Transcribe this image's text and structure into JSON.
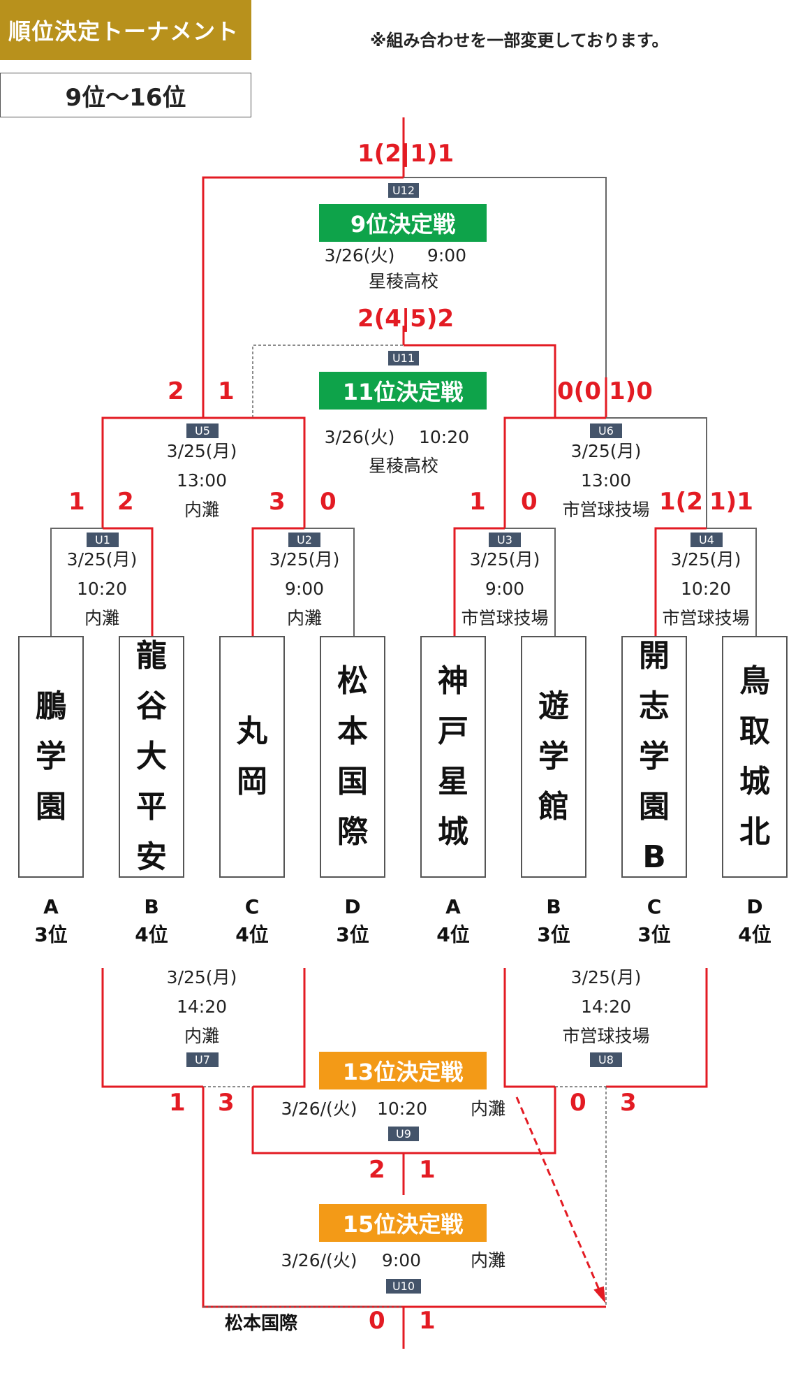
{
  "header": {
    "title": "順位決定トーナメント",
    "range": "9位〜16位",
    "note": "※組み合わせを一部変更しております。"
  },
  "games": {
    "u12": {
      "code": "U12",
      "title": "9位決定戦",
      "date": "3/26(火)",
      "time": "9:00",
      "venue": "星稜高校",
      "score": "1(2|1)1"
    },
    "u11": {
      "code": "U11",
      "title": "11位決定戦",
      "date": "3/26(火)",
      "time": "10:20",
      "venue": "星稜高校",
      "score": "2(4|5)2"
    },
    "u5": {
      "code": "U5",
      "date": "3/25(月)",
      "time": "13:00",
      "venue": "内灘",
      "score_left": "2",
      "score_right": "1"
    },
    "u6": {
      "code": "U6",
      "date": "3/25(月)",
      "time": "13:00",
      "venue": "市営球技場",
      "score_left": "0(0",
      "score_right": "1)0"
    },
    "u1": {
      "code": "U1",
      "date": "3/25(月)",
      "time": "10:20",
      "venue": "内灘",
      "score_left": "1",
      "score_right": "2"
    },
    "u2": {
      "code": "U2",
      "date": "3/25(月)",
      "time": "9:00",
      "venue": "内灘",
      "score_left": "3",
      "score_right": "0"
    },
    "u3": {
      "code": "U3",
      "date": "3/25(月)",
      "time": "9:00",
      "venue": "市営球技場",
      "score_left": "1",
      "score_right": "0"
    },
    "u4": {
      "code": "U4",
      "date": "3/25(月)",
      "time": "10:20",
      "venue": "市営球技場",
      "score_left": "1(2",
      "score_right": "1)1"
    },
    "u7": {
      "code": "U7",
      "date": "3/25(月)",
      "time": "14:20",
      "venue": "内灘",
      "score_left": "1",
      "score_right": "3"
    },
    "u8": {
      "code": "U8",
      "date": "3/25(月)",
      "time": "14:20",
      "venue": "市営球技場",
      "score_left": "0",
      "score_right": "3"
    },
    "u9": {
      "code": "U9",
      "title": "13位決定戦",
      "date": "3/26/(火)",
      "time": "10:20",
      "venue": "内灘",
      "score_left": "2",
      "score_right": "1"
    },
    "u10": {
      "code": "U10",
      "title": "15位決定戦",
      "date": "3/26/(火)",
      "time": "9:00",
      "venue": "内灘",
      "score_left": "0",
      "score_right": "1",
      "loser_name": "松本国際"
    }
  },
  "teams": [
    {
      "chars": [
        "鵬",
        "学",
        "園"
      ],
      "group": "A",
      "rank": "3位"
    },
    {
      "chars": [
        "龍",
        "谷",
        "大",
        "平",
        "安"
      ],
      "group": "B",
      "rank": "4位"
    },
    {
      "chars": [
        "丸",
        "岡"
      ],
      "group": "C",
      "rank": "4位"
    },
    {
      "chars": [
        "松",
        "本",
        "国",
        "際"
      ],
      "group": "D",
      "rank": "3位"
    },
    {
      "chars": [
        "神",
        "戸",
        "星",
        "城"
      ],
      "group": "A",
      "rank": "4位"
    },
    {
      "chars": [
        "遊",
        "学",
        "館"
      ],
      "group": "B",
      "rank": "3位"
    },
    {
      "chars": [
        "開",
        "志",
        "学",
        "園",
        "B"
      ],
      "group": "C",
      "rank": "3位"
    },
    {
      "chars": [
        "鳥",
        "取",
        "城",
        "北"
      ],
      "group": "D",
      "rank": "4位"
    }
  ],
  "colors": {
    "win_line": "#e31b23",
    "gold": "#b8911c",
    "green": "#0ea34a",
    "orange": "#f39a17",
    "code_bg": "#44546a"
  }
}
